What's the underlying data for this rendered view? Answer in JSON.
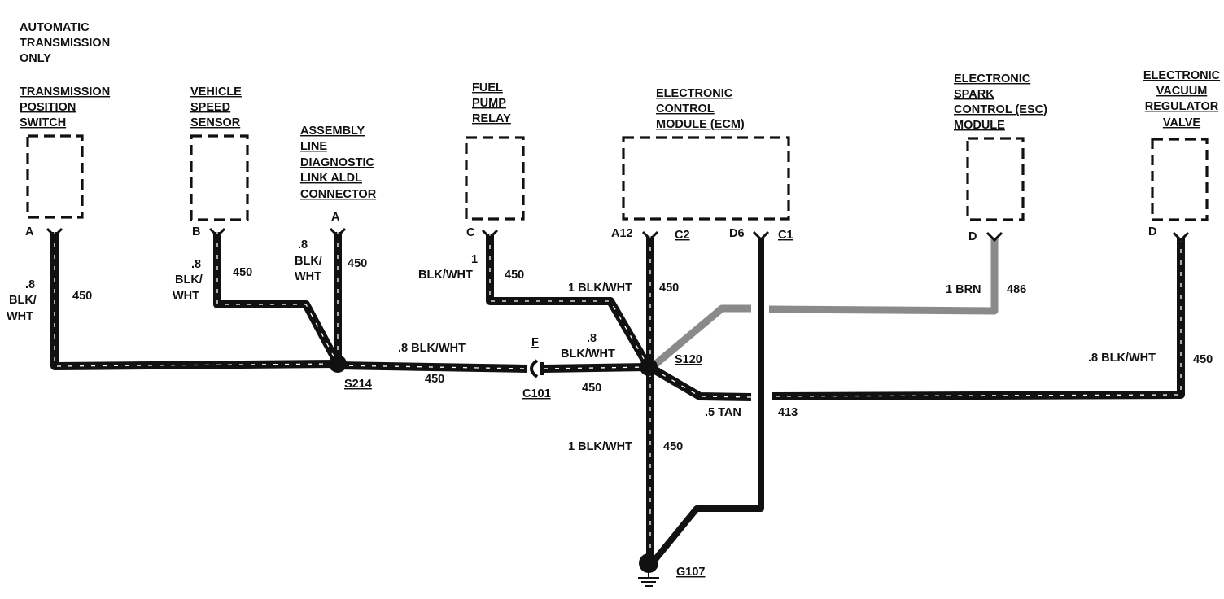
{
  "header_note": [
    "AUTOMATIC",
    "TRANSMISSION",
    "ONLY"
  ],
  "components": {
    "tps": [
      "TRANSMISSION",
      "POSITION",
      "SWITCH"
    ],
    "vss": [
      "VEHICLE",
      "SPEED",
      "SENSOR"
    ],
    "aldl": [
      "ASSEMBLY",
      "LINE",
      "DIAGNOSTIC",
      "LINK ALDL",
      "CONNECTOR"
    ],
    "fpr": [
      "FUEL",
      "PUMP",
      "RELAY"
    ],
    "ecm": [
      "ELECTRONIC",
      "CONTROL",
      "MODULE (ECM)"
    ],
    "esc": [
      "ELECTRONIC",
      "SPARK",
      "CONTROL (ESC)",
      "MODULE"
    ],
    "evr": [
      "ELECTRONIC",
      "VACUUM",
      "REGULATOR",
      "VALVE"
    ]
  },
  "pins": {
    "tps": "A",
    "vss": "B",
    "aldl": "A",
    "fpr": "C",
    "ecm_a12": "A12",
    "ecm_c2": "C2",
    "ecm_d6": "D6",
    "ecm_c1": "C1",
    "esc": "D",
    "evr": "D"
  },
  "wires": {
    "tps_size": ".8",
    "tps_color": [
      "BLK/",
      "WHT"
    ],
    "tps_circuit": "450",
    "vss_size": ".8",
    "vss_color": [
      "BLK/",
      "WHT"
    ],
    "vss_circuit": "450",
    "aldl_size": ".8",
    "aldl_color": [
      "BLK/",
      "WHT"
    ],
    "aldl_circuit": "450",
    "s214_c101": ".8 BLK/WHT",
    "s214_c101_circuit": "450",
    "fpr_size": "1",
    "fpr_color": "BLK/WHT",
    "fpr_circuit": "450",
    "fpr_s120": "1 BLK/WHT",
    "ecm_circuit": "450",
    "c101_s120_size": ".8",
    "c101_s120_color": "BLK/WHT",
    "c101_s120_circuit": "450",
    "esc_wire": "1 BRN",
    "esc_circuit": "486",
    "evr_wire": ".8  BLK/WHT",
    "evr_circuit": "450",
    "tan_wire": ".5 TAN",
    "tan_circuit": "413",
    "ground_wire": "1 BLK/WHT",
    "ground_circuit": "450"
  },
  "splices": {
    "s214": "S214",
    "s120": "S120"
  },
  "connector": {
    "pin": "F",
    "id": "C101"
  },
  "ground": "G107"
}
